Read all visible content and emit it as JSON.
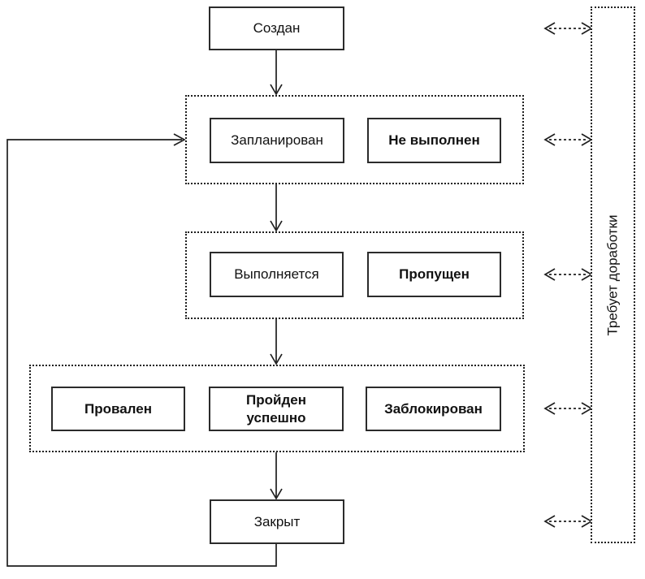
{
  "diagram": {
    "description_labels": {
      "created": "Создан",
      "planned": "Запланирован",
      "not_executed": "Не выполнен",
      "in_progress": "Выполняется",
      "skipped": "Пропущен",
      "failed": "Провален",
      "passed": "Пройден\nуспешно",
      "blocked": "Заблокирован",
      "closed": "Закрыт",
      "rework": "Требует доработки"
    },
    "colors": {
      "line": "#1f1f1f",
      "node_background": "#ffffff",
      "text": "#111111"
    }
  }
}
